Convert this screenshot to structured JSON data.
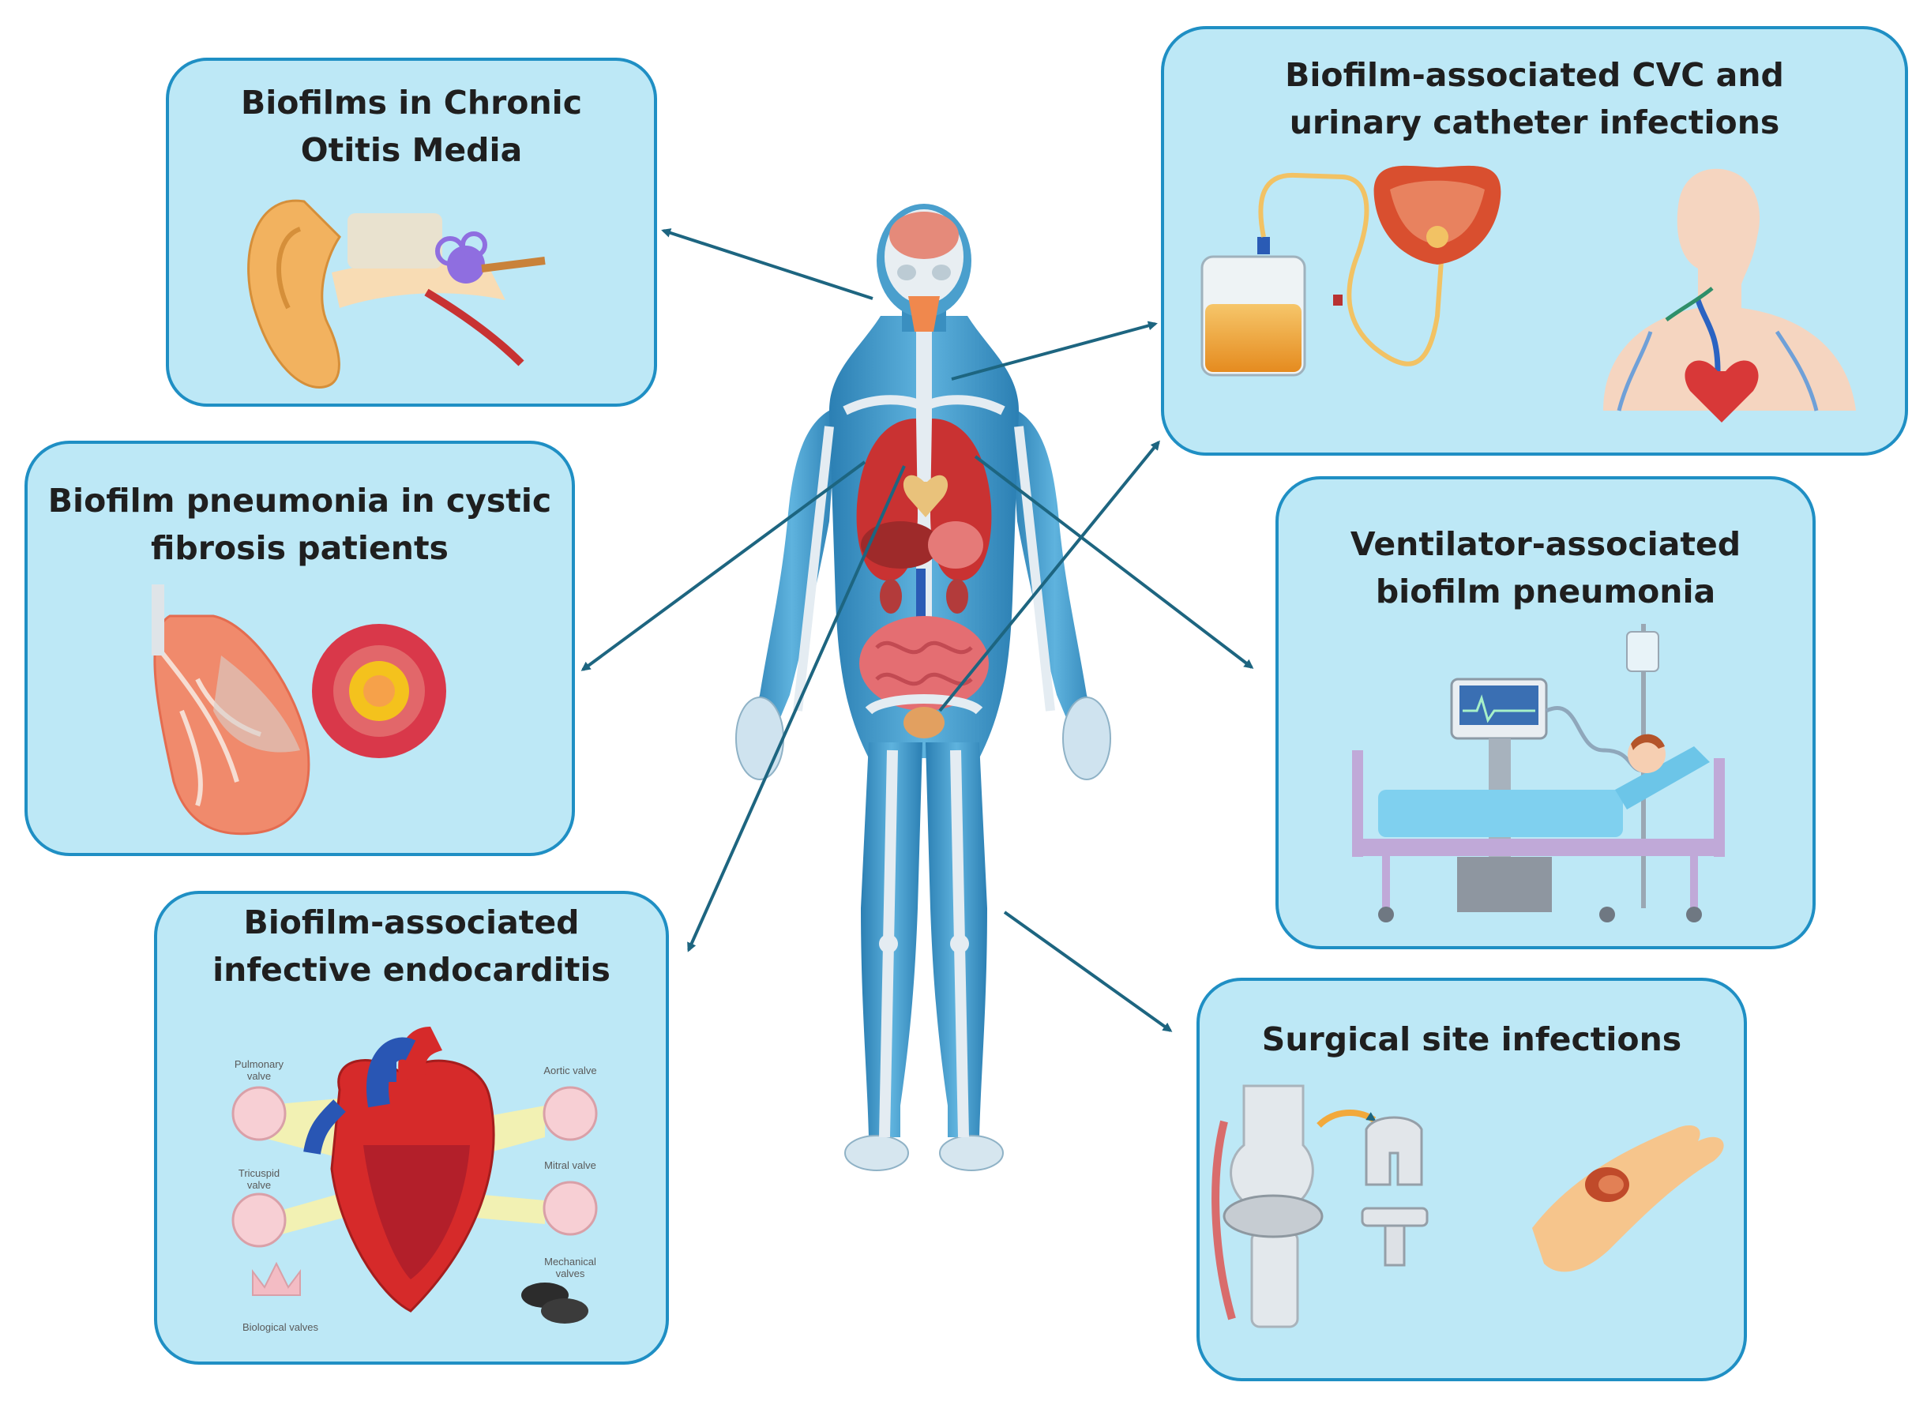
{
  "panels": {
    "otitis": {
      "title_line1": "Biofilms in Chronic",
      "title_line2": "Otitis Media"
    },
    "cvc": {
      "title_line1": "Biofilm-associated CVC and",
      "title_line2": "urinary catheter infections"
    },
    "cystic": {
      "title_line1": "Biofilm pneumonia in cystic",
      "title_line2": "fibrosis patients"
    },
    "ventilator": {
      "title_line1": "Ventilator-associated",
      "title_line2": "biofilm pneumonia"
    },
    "endocarditis": {
      "title_line1": "Biofilm-associated",
      "title_line2": "infective endocarditis",
      "labels": {
        "pulmonary": [
          "Pulmonary",
          "valve"
        ],
        "aortic": "Aortic valve",
        "tricuspid": [
          "Tricuspid",
          "valve"
        ],
        "mitral": "Mitral valve",
        "mechanical": [
          "Mechanical",
          "valves"
        ],
        "biological": "Biological valves"
      }
    },
    "surgical": {
      "title_line1": "Surgical site infections"
    }
  },
  "colors": {
    "panel_fill": "#bde8f6",
    "panel_border": "#1f8fc4",
    "arrow": "#1d6580",
    "body": "#3a94c6",
    "bone": "#e4ecf2"
  }
}
